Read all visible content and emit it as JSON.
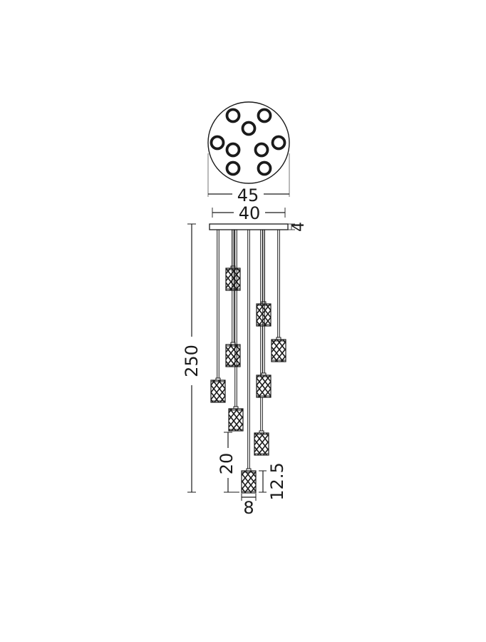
{
  "dimensions": {
    "canopy_diameter": "45",
    "canopy_plate_width": "40",
    "canopy_height": "4",
    "overall_height": "250",
    "shade_gap": "20",
    "shade_height": "12.5",
    "shade_width": "8"
  },
  "pendant_count": 9,
  "colors": {
    "line": "#1a1a1a",
    "background": "#ffffff"
  }
}
